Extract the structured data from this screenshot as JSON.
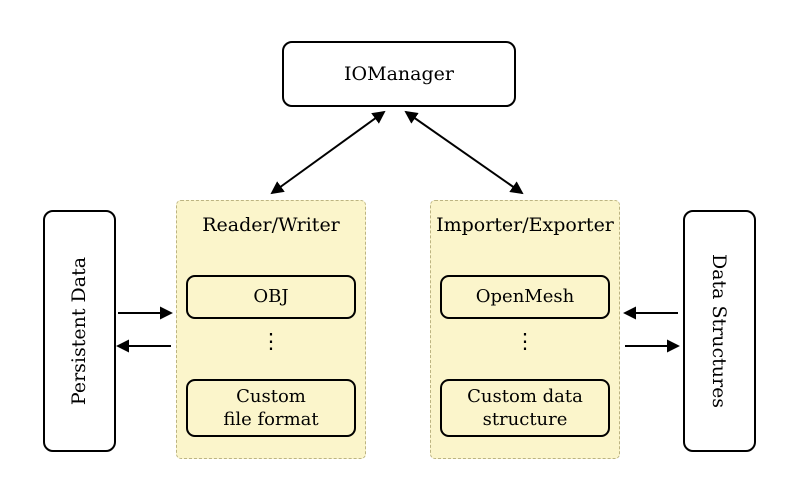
{
  "diagram": {
    "iomanager": "IOManager",
    "persistent_data": "Persistent Data",
    "data_structures": "Data Structures",
    "reader_writer": {
      "label": "Reader/Writer",
      "items": [
        "OBJ",
        "Custom\nfile format"
      ],
      "dots": "⋮"
    },
    "importer_exporter": {
      "label": "Importer/Exporter",
      "items": [
        "OpenMesh",
        "Custom data\nstructure"
      ],
      "dots": "⋮"
    },
    "colors": {
      "group_fill": "#fbf5cb",
      "group_dash_border": "#bcb482",
      "box_border": "#000000",
      "background": "#ffffff",
      "arrow": "#000000"
    }
  }
}
